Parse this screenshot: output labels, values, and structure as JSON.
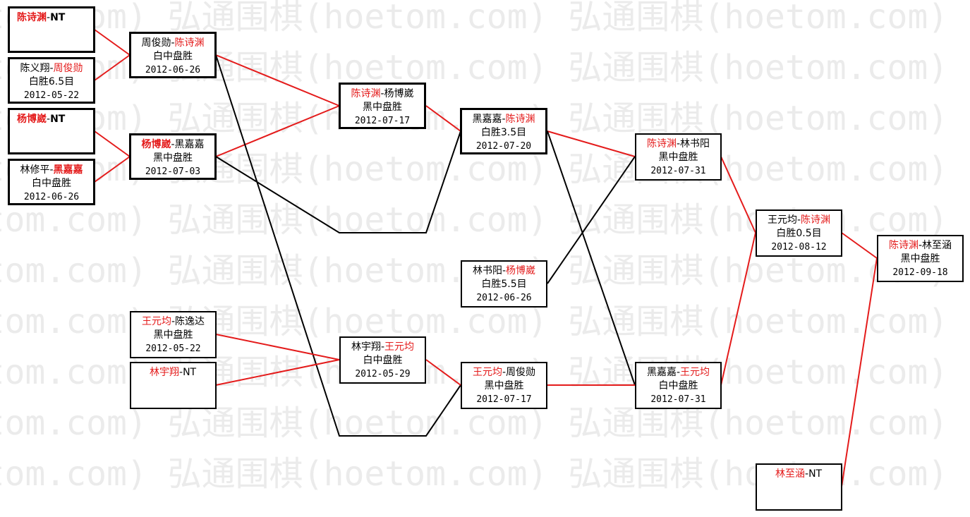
{
  "watermark_text": "弘通围棋(hoetom.com)",
  "colors": {
    "winner": "#e41b1b",
    "line_red": "#e41b1b",
    "line_black": "#000000",
    "watermark": "#ebebeb"
  },
  "matches": {
    "m1": {
      "p1": "陈诗渊",
      "sep": "-",
      "p2": "NT",
      "winner": "p1"
    },
    "m2": {
      "p1": "陈义翔",
      "sep": "-",
      "p2": "周俊勋",
      "result": "白胜6.5目",
      "date": "2012-05-22",
      "winner": "p2"
    },
    "m3": {
      "p1": "杨博崴",
      "sep": "-",
      "p2": "NT",
      "winner": "p1"
    },
    "m4": {
      "p1": "林修平",
      "sep": "-",
      "p2": "黑嘉嘉",
      "result": "白中盘胜",
      "date": "2012-06-26",
      "winner": "p2"
    },
    "m5": {
      "p1": "周俊勋",
      "sep": "-",
      "p2": "陈诗渊",
      "result": "白中盘胜",
      "date": "2012-06-26",
      "winner": "p2"
    },
    "m6": {
      "p1": "杨博崴",
      "sep": "-",
      "p2": "黑嘉嘉",
      "result": "黑中盘胜",
      "date": "2012-07-03",
      "winner": "p1"
    },
    "m7": {
      "p1": "陈诗渊",
      "sep": "-",
      "p2": "杨博崴",
      "result": "黑中盘胜",
      "date": "2012-07-17",
      "winner": "p1"
    },
    "m8": {
      "p1": "黑嘉嘉",
      "sep": "-",
      "p2": "陈诗渊",
      "result": "白胜3.5目",
      "date": "2012-07-20",
      "winner": "p2"
    },
    "m9": {
      "p1": "林书阳",
      "sep": "-",
      "p2": "杨博崴",
      "result": "白胜5.5目",
      "date": "2012-06-26",
      "winner": "p2"
    },
    "m10": {
      "p1": "王元均",
      "sep": "-",
      "p2": "陈逸达",
      "result": "黑中盘胜",
      "date": "2012-05-22",
      "winner": "p1"
    },
    "m11": {
      "p1": "林宇翔",
      "sep": "-",
      "p2": "NT",
      "winner": "p1"
    },
    "m12": {
      "p1": "林宇翔",
      "sep": "-",
      "p2": "王元均",
      "result": "白中盘胜",
      "date": "2012-05-29",
      "winner": "p2"
    },
    "m13": {
      "p1": "王元均",
      "sep": "-",
      "p2": "周俊勋",
      "result": "黑中盘胜",
      "date": "2012-07-17",
      "winner": "p1"
    },
    "m14": {
      "p1": "陈诗渊",
      "sep": "-",
      "p2": "林书阳",
      "result": "黑中盘胜",
      "date": "2012-07-31",
      "winner": "p1"
    },
    "m15": {
      "p1": "黑嘉嘉",
      "sep": "-",
      "p2": "王元均",
      "result": "白中盘胜",
      "date": "2012-07-31",
      "winner": "p2"
    },
    "m16": {
      "p1": "王元均",
      "sep": "-",
      "p2": "陈诗渊",
      "result": "白胜0.5目",
      "date": "2012-08-12",
      "winner": "p2"
    },
    "m17": {
      "p1": "林至涵",
      "sep": "-",
      "p2": "NT",
      "winner": "p1"
    },
    "m18": {
      "p1": "陈诗渊",
      "sep": "-",
      "p2": "林至涵",
      "result": "黑中盘胜",
      "date": "2012-09-18",
      "winner": "p1"
    }
  }
}
